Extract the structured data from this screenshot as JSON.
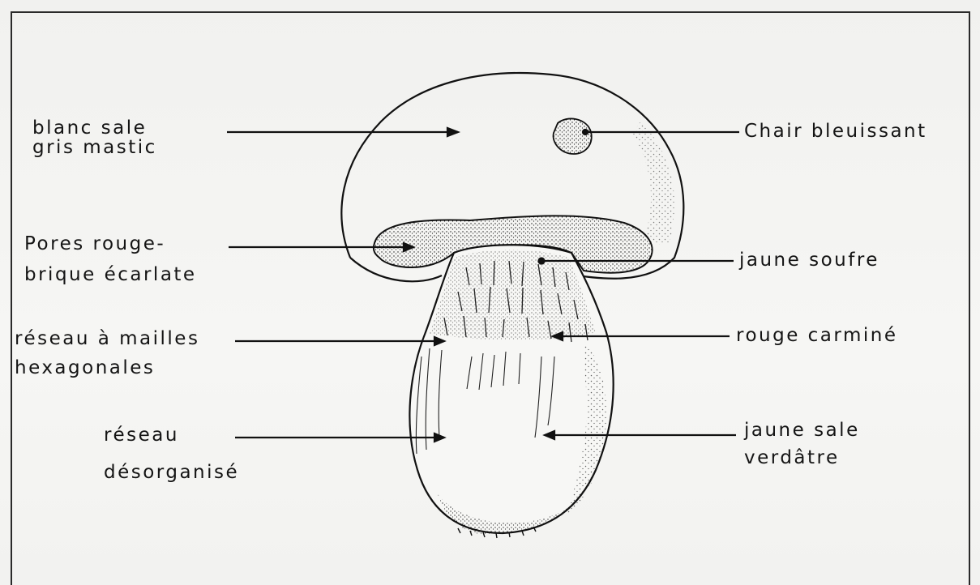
{
  "labels": {
    "cap_color": [
      "blanc sale",
      "gris mastic"
    ],
    "flesh": [
      "Chair bleuissant"
    ],
    "pores": [
      "Pores rouge-",
      "brique écarlate"
    ],
    "pore_color": [
      "jaune soufre"
    ],
    "net_hex": [
      "réseau à mailles",
      "hexagonales"
    ],
    "stipe_top_color": [
      "rouge carminé"
    ],
    "net_disorg": [
      "réseau",
      "désorganisé"
    ],
    "stipe_base_color": [
      "jaune sale",
      "verdâtre"
    ]
  },
  "colors": {
    "ink": "#141414",
    "paper": "#f4f4f2",
    "frame": "#2a2a2a"
  }
}
